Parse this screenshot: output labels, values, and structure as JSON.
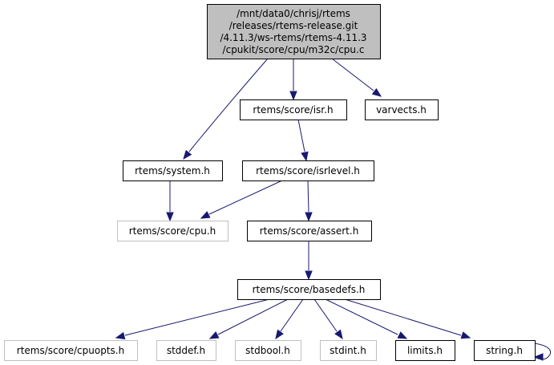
{
  "graph": {
    "colors": {
      "edge": "#191970",
      "root_fill": "#bfbfbf",
      "missing_border": "#bfbfbf",
      "border": "#000000"
    },
    "nodes": [
      {
        "id": "root",
        "lines": [
          "/mnt/data0/chrisj/rtems",
          "/releases/rtems-release.git",
          "/4.11.3/ws-rtems/rtems-4.11.3",
          "/cpukit/score/cpu/m32c/cpu.c"
        ],
        "style": "root"
      },
      {
        "id": "isr",
        "lines": [
          "rtems/score/isr.h"
        ],
        "style": "normal"
      },
      {
        "id": "varvects",
        "lines": [
          "varvects.h"
        ],
        "style": "normal"
      },
      {
        "id": "system",
        "lines": [
          "rtems/system.h"
        ],
        "style": "normal"
      },
      {
        "id": "isrlevel",
        "lines": [
          "rtems/score/isrlevel.h"
        ],
        "style": "normal"
      },
      {
        "id": "cpu",
        "lines": [
          "rtems/score/cpu.h"
        ],
        "style": "missing"
      },
      {
        "id": "assert",
        "lines": [
          "rtems/score/assert.h"
        ],
        "style": "normal"
      },
      {
        "id": "basedefs",
        "lines": [
          "rtems/score/basedefs.h"
        ],
        "style": "normal"
      },
      {
        "id": "cpuopts",
        "lines": [
          "rtems/score/cpuopts.h"
        ],
        "style": "missing"
      },
      {
        "id": "stddef",
        "lines": [
          "stddef.h"
        ],
        "style": "missing"
      },
      {
        "id": "stdbool",
        "lines": [
          "stdbool.h"
        ],
        "style": "missing"
      },
      {
        "id": "stdint",
        "lines": [
          "stdint.h"
        ],
        "style": "missing"
      },
      {
        "id": "limits",
        "lines": [
          "limits.h"
        ],
        "style": "normal"
      },
      {
        "id": "string",
        "lines": [
          "string.h"
        ],
        "style": "normal"
      }
    ],
    "edges": [
      {
        "from": "root",
        "to": "isr"
      },
      {
        "from": "root",
        "to": "varvects"
      },
      {
        "from": "root",
        "to": "system"
      },
      {
        "from": "isr",
        "to": "isrlevel"
      },
      {
        "from": "system",
        "to": "cpu"
      },
      {
        "from": "isrlevel",
        "to": "cpu"
      },
      {
        "from": "isrlevel",
        "to": "assert"
      },
      {
        "from": "assert",
        "to": "basedefs"
      },
      {
        "from": "basedefs",
        "to": "cpuopts"
      },
      {
        "from": "basedefs",
        "to": "stddef"
      },
      {
        "from": "basedefs",
        "to": "stdbool"
      },
      {
        "from": "basedefs",
        "to": "stdint"
      },
      {
        "from": "basedefs",
        "to": "limits"
      },
      {
        "from": "basedefs",
        "to": "string"
      },
      {
        "from": "string",
        "to": "string"
      }
    ]
  }
}
